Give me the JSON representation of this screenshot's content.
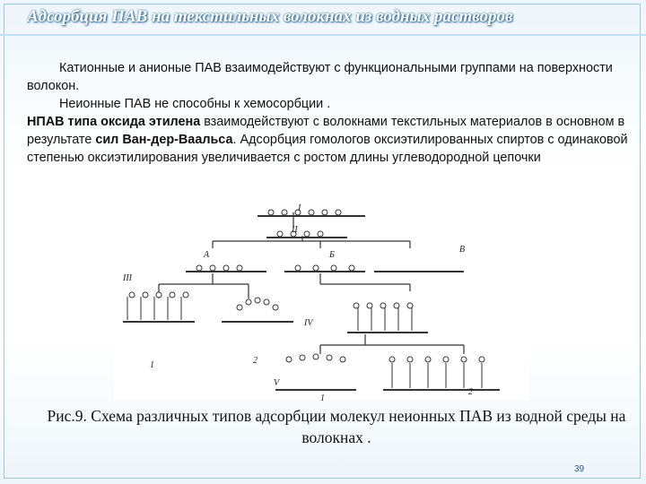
{
  "title": "Адсорбция ПАВ на текстильных волокнах из водных растворов",
  "paragraphs": {
    "p1": "Катионные и анионые ПАВ взаимодействуют с функциональными группами на поверхности волокон.",
    "p2": "Неионные ПАВ не способны к хемосорбции .",
    "p3_bold1": "НПАВ типа оксида этилена",
    "p3_text1": " взаимодействуют с волокнами текстильных материалов в основном в результате ",
    "p3_bold2": "сил Ван-дер-Ваальса",
    "p3_text2": ". Адсорбция гомологов оксиэтилированных спиртов с одинаковой степенью оксиэтилирования увеличивается с ростом длины углеводородной цепочки"
  },
  "figure_labels": {
    "I": "I",
    "II": "II",
    "III": "III",
    "IV": "IV",
    "V": "V",
    "A": "А",
    "B": "Б",
    "V_ru": "В",
    "n1a": "1",
    "n2a": "2",
    "n1b": "1",
    "n2b": "2"
  },
  "caption": "Рис.9. Схема различных типов адсорбции молекул неионных ПАВ из водной среды на волокнах .",
  "page_number": "39"
}
